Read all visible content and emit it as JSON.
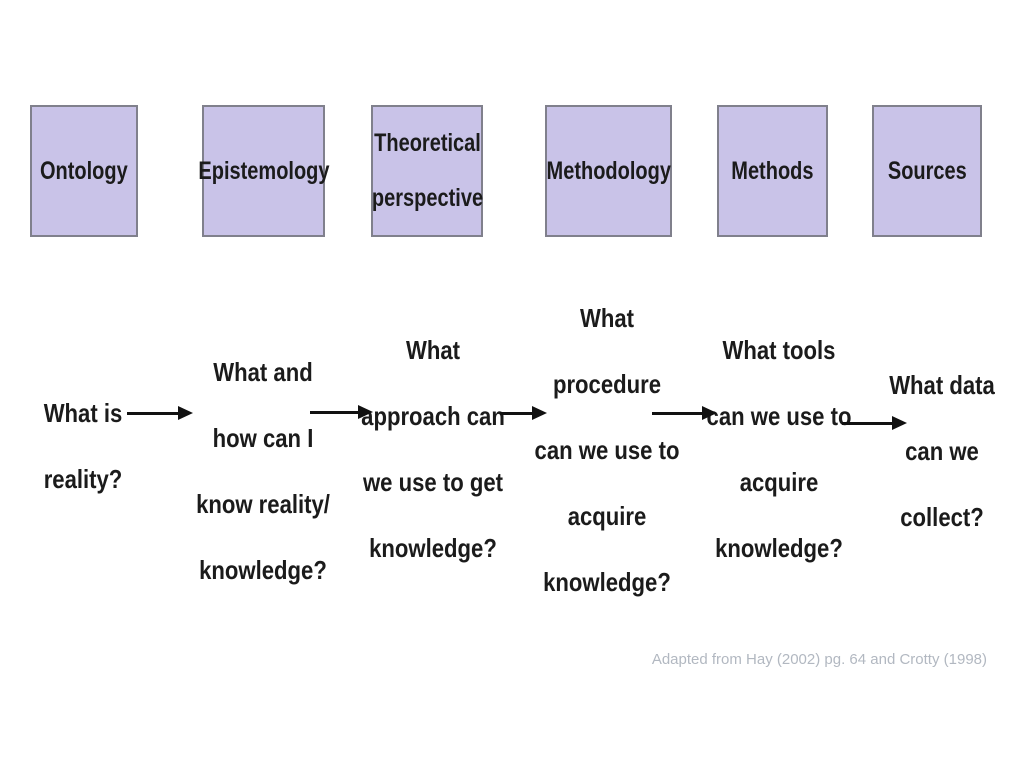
{
  "slide": {
    "caption": "Adapted from Hay (2002) pg. 64 and Crotty (1998)"
  },
  "colors": {
    "background": "#ffffff",
    "box_fill": "#c9c3e8",
    "box_border": "#80808c",
    "text": "#1b1b1b",
    "arrow": "#111111",
    "caption_text": "#b2b8c1"
  },
  "columns": [
    {
      "box_label": "Ontology",
      "lines": [
        "What is",
        "reality?"
      ]
    },
    {
      "box_label": "Epistemology",
      "lines": [
        "What and",
        "how can I",
        "know reality/",
        "knowledge?"
      ]
    },
    {
      "box_label": "Theoretical perspective",
      "lines": [
        "What",
        "approach can",
        "we use to get",
        "knowledge?"
      ]
    },
    {
      "box_label": "Methodology",
      "lines": [
        "What",
        "procedure",
        "can we use to",
        "acquire",
        "knowledge?"
      ]
    },
    {
      "box_label": "Methods",
      "lines": [
        "What tools",
        "can we use to",
        "acquire",
        "knowledge?"
      ]
    },
    {
      "box_label": "Sources",
      "lines": [
        "What data",
        "can we",
        "collect?"
      ]
    }
  ]
}
